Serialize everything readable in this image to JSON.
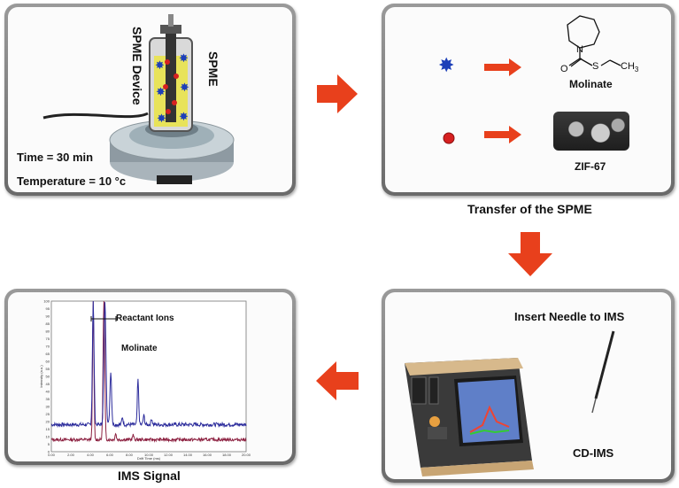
{
  "panel1": {
    "spme_device_label": "SPME Device",
    "spme_label": "SPME",
    "time_label": "Time = 30 min",
    "temperature_label": "Temperature = 10 °c"
  },
  "panel2": {
    "caption": "Transfer of the SPME",
    "molinate_label": "Molinate",
    "zif_label": "ZIF-67",
    "atoms": {
      "n": "N",
      "o": "O",
      "s": "S",
      "ch3": "CH",
      "ch3_sub": "3"
    }
  },
  "panel3": {
    "insert_label": "Insert Needle to IMS",
    "device_label": "CD-IMS"
  },
  "panel4": {
    "caption": "IMS Signal",
    "reactant_label": "Reactant Ions",
    "molinate_label": "Molinate",
    "ylabel": "Intensity (a.u.)",
    "xlabel": "Drift Time (ms)",
    "yticks": [
      "100",
      "95",
      "90",
      "85",
      "80",
      "75",
      "70",
      "65",
      "60",
      "55",
      "50",
      "45",
      "40",
      "35",
      "30",
      "25",
      "20",
      "15",
      "10",
      "5",
      "0"
    ],
    "xticks": [
      "0.00",
      "2.00",
      "4.00",
      "6.00",
      "8.00",
      "10.00",
      "12.00",
      "14.00",
      "16.00",
      "18.00",
      "20.00"
    ]
  },
  "colors": {
    "arrow": "#e8401c",
    "star": "#1d3fb8",
    "dot": "#d62020",
    "series_blue": "#2c2c9c",
    "series_red": "#8c2040"
  }
}
